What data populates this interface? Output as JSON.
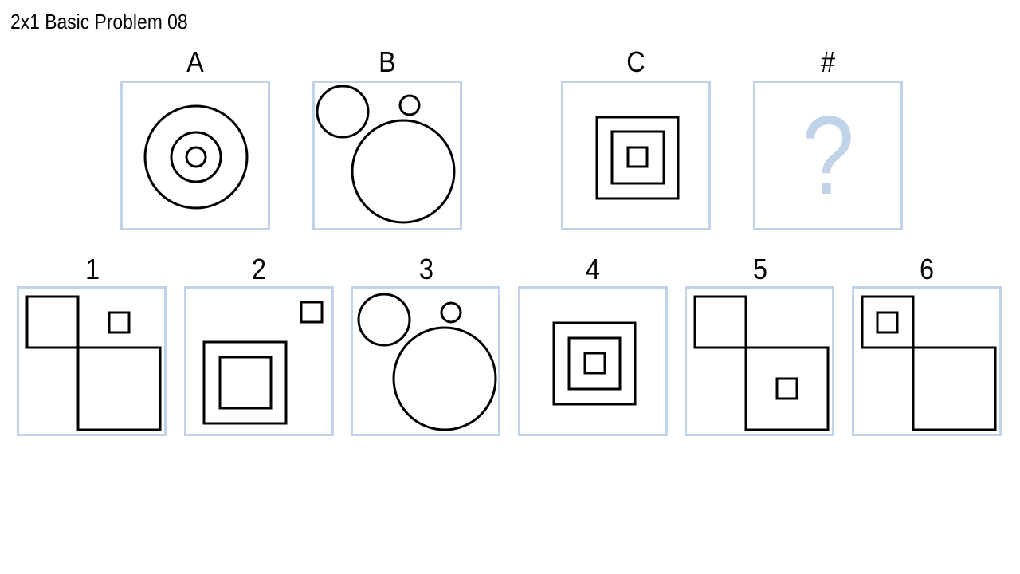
{
  "title": "2x1 Basic Problem 08",
  "colors": {
    "panel_border": "#c0d3e9",
    "stroke": "#000000",
    "question_mark": "#c0d3e9"
  },
  "problem": {
    "A": {
      "label": "A",
      "figure": "three concentric circles"
    },
    "B": {
      "label": "B",
      "figure": "three separate circles of different sizes"
    },
    "C": {
      "label": "C",
      "figure": "three concentric squares"
    },
    "unknown": {
      "label": "#",
      "symbol": "?"
    }
  },
  "options": [
    {
      "label": "1",
      "figure": "two squares touching at a corner, small square in upper right"
    },
    {
      "label": "2",
      "figure": "two nested squares with small square in upper right"
    },
    {
      "label": "3",
      "figure": "three separate circles of different sizes"
    },
    {
      "label": "4",
      "figure": "three concentric squares"
    },
    {
      "label": "5",
      "figure": "two squares touching at a corner, small square inside lower square"
    },
    {
      "label": "6",
      "figure": "two squares touching at a corner, small square inside upper square"
    }
  ]
}
